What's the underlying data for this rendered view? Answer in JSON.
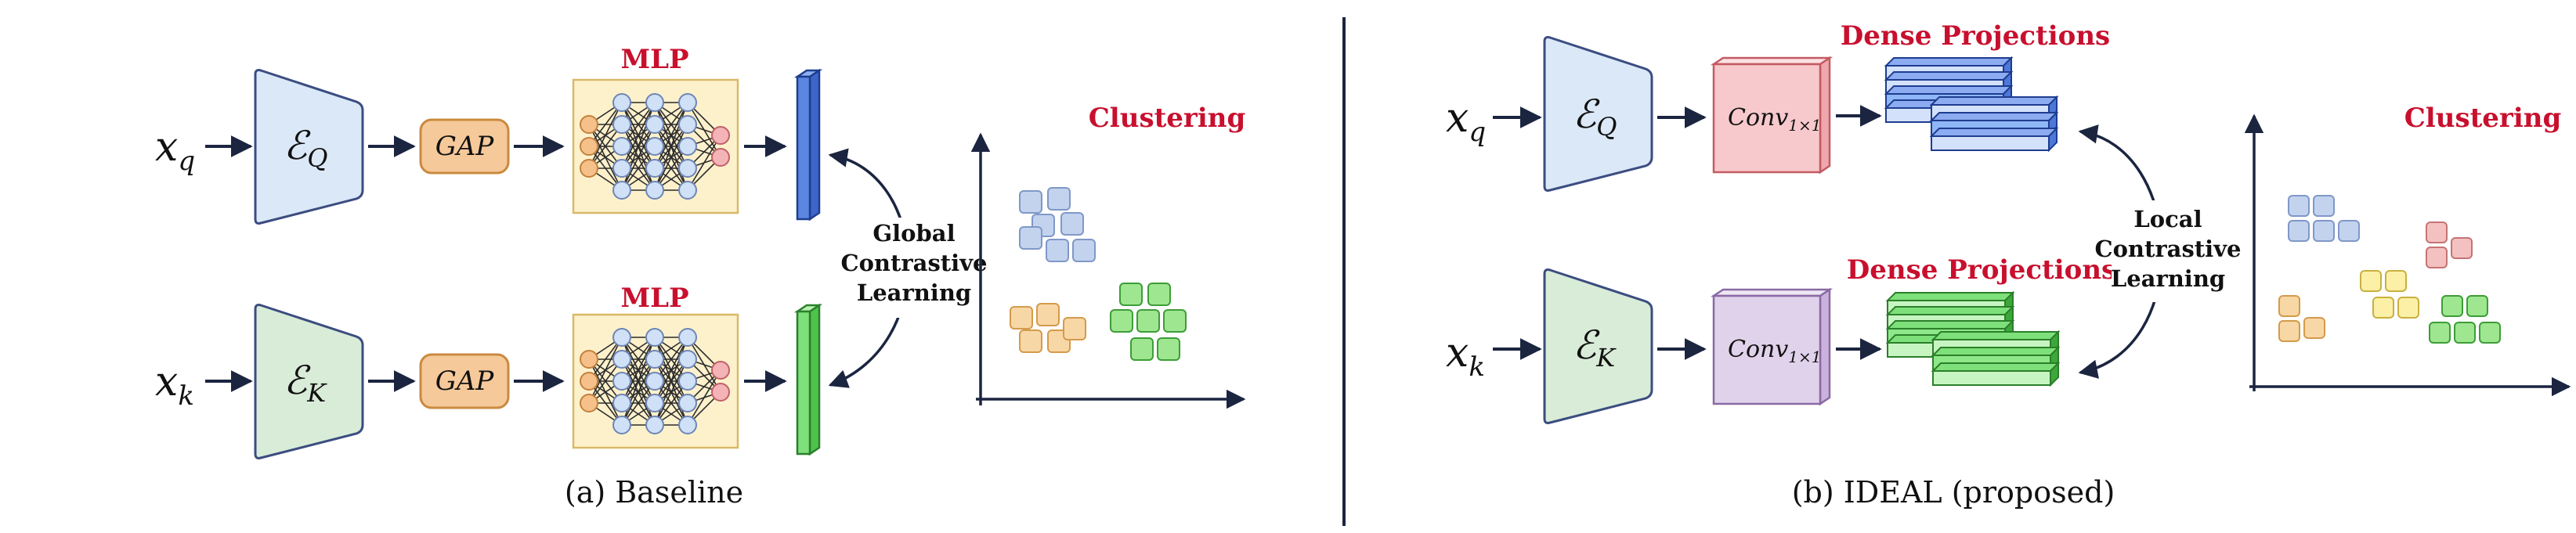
{
  "baseline": {
    "caption": "(a) Baseline",
    "query": {
      "input": "x",
      "input_sub": "q",
      "encoder": "ℰ",
      "encoder_sub": "Q",
      "pool": "GAP",
      "head": "MLP"
    },
    "key": {
      "input": "x",
      "input_sub": "k",
      "encoder": "ℰ",
      "encoder_sub": "K",
      "pool": "GAP",
      "head": "MLP"
    },
    "loss": [
      "Global",
      "Contrastive",
      "Learning"
    ],
    "clustering_title": "Clustering"
  },
  "ideal": {
    "caption": "(b) IDEAL (proposed)",
    "query": {
      "input": "x",
      "input_sub": "q",
      "encoder": "ℰ",
      "encoder_sub": "Q",
      "conv": "Conv",
      "conv_sub": "1×1",
      "proj": "Dense Projections"
    },
    "key": {
      "input": "x",
      "input_sub": "k",
      "encoder": "ℰ",
      "encoder_sub": "K",
      "conv": "Conv",
      "conv_sub": "1×1",
      "proj": "Dense Projections"
    },
    "loss": [
      "Local",
      "Contrastive",
      "Learning"
    ],
    "clustering_title": "Clustering"
  },
  "colors": {
    "accent_red": "#c8102e",
    "query_encoder": "#dbe8f8",
    "key_encoder": "#d9ecd8",
    "gap": "#f6c99a",
    "mlp_bg": "#fdf1cc",
    "blue_feature": "#5b86e0",
    "green_feature": "#7ee07a",
    "conv_q": "#f7c9cc",
    "conv_k": "#e0d2ea",
    "cluster_blue": "#c3d3ee",
    "cluster_orange": "#f8d7a6",
    "cluster_green": "#9fe690",
    "cluster_yellow": "#fbf0a6",
    "cluster_red": "#f4c1c1"
  }
}
